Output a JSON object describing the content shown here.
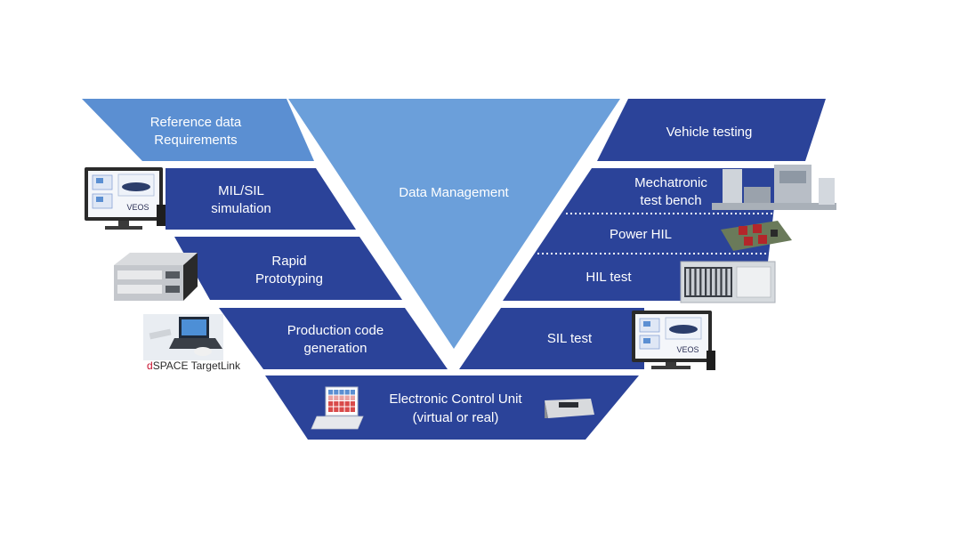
{
  "diagram": {
    "colors": {
      "dark_band": "#2b4399",
      "light_band": "#5b8fd2",
      "center": "#6b9fda",
      "white": "#ffffff",
      "brand_red": "#c8102e"
    },
    "left": {
      "reference": [
        "Reference data",
        "Requirements"
      ],
      "mil_sil": [
        "MIL/SIL",
        "simulation"
      ],
      "rapid": [
        "Rapid",
        "Prototyping"
      ],
      "production": [
        "Production code",
        "generation"
      ]
    },
    "center": {
      "label": "Data Management"
    },
    "right": {
      "vehicle": "Vehicle testing",
      "mechatronic": [
        "Mechatronic",
        "test bench"
      ],
      "power_hil": "Power HIL",
      "hil": "HIL test",
      "sil": "SIL test"
    },
    "bottom": {
      "ecu": [
        "Electronic Control Unit",
        "(virtual or real)"
      ]
    },
    "monitor_label": "VEOS",
    "brand": {
      "prefix": "d",
      "rest": "SPACE TargetLink"
    },
    "icons": [
      "veos-monitor-icon",
      "prototyping-hardware-icon",
      "laptop-icon",
      "ecu-calibration-icon",
      "ecu-box-icon",
      "test-bench-icon",
      "power-hil-board-icon",
      "hil-rack-icon"
    ]
  }
}
